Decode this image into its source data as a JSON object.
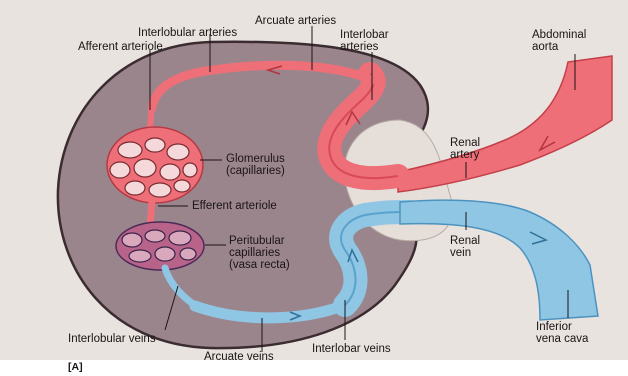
{
  "figure_label": "[A]",
  "colors": {
    "page": "#e9e3df",
    "kidney": "#9b858c",
    "kidney_edge": "#3a2c30",
    "artery": "#ee6f78",
    "artery_dark": "#d94a55",
    "vein": "#8fc6e4",
    "vein_dark": "#5aa2cc",
    "capillary_net": "#f2c9cb"
  },
  "labels": {
    "arcuate_arteries": "Arcuate arteries",
    "interlobular_arteries": "Interlobular arteries",
    "interlobar_arteries_1": "Interlobar",
    "interlobar_arteries_2": "arteries",
    "afferent_arteriole": "Afferent arteriole",
    "abdominal_aorta_1": "Abdominal",
    "abdominal_aorta_2": "aorta",
    "glomerulus_1": "Glomerulus",
    "glomerulus_2": "(capillaries)",
    "renal_artery_1": "Renal",
    "renal_artery_2": "artery",
    "efferent_arteriole": "Efferent arteriole",
    "peritubular_1": "Peritubular",
    "peritubular_2": "capillaries",
    "peritubular_3": "(vasa recta)",
    "renal_vein_1": "Renal",
    "renal_vein_2": "vein",
    "interlobular_veins": "Interlobular veins",
    "arcuate_veins": "Arcuate veins",
    "interlobar_veins": "Interlobar veins",
    "inferior_vena_cava_1": "Inferior",
    "inferior_vena_cava_2": "vena cava"
  }
}
